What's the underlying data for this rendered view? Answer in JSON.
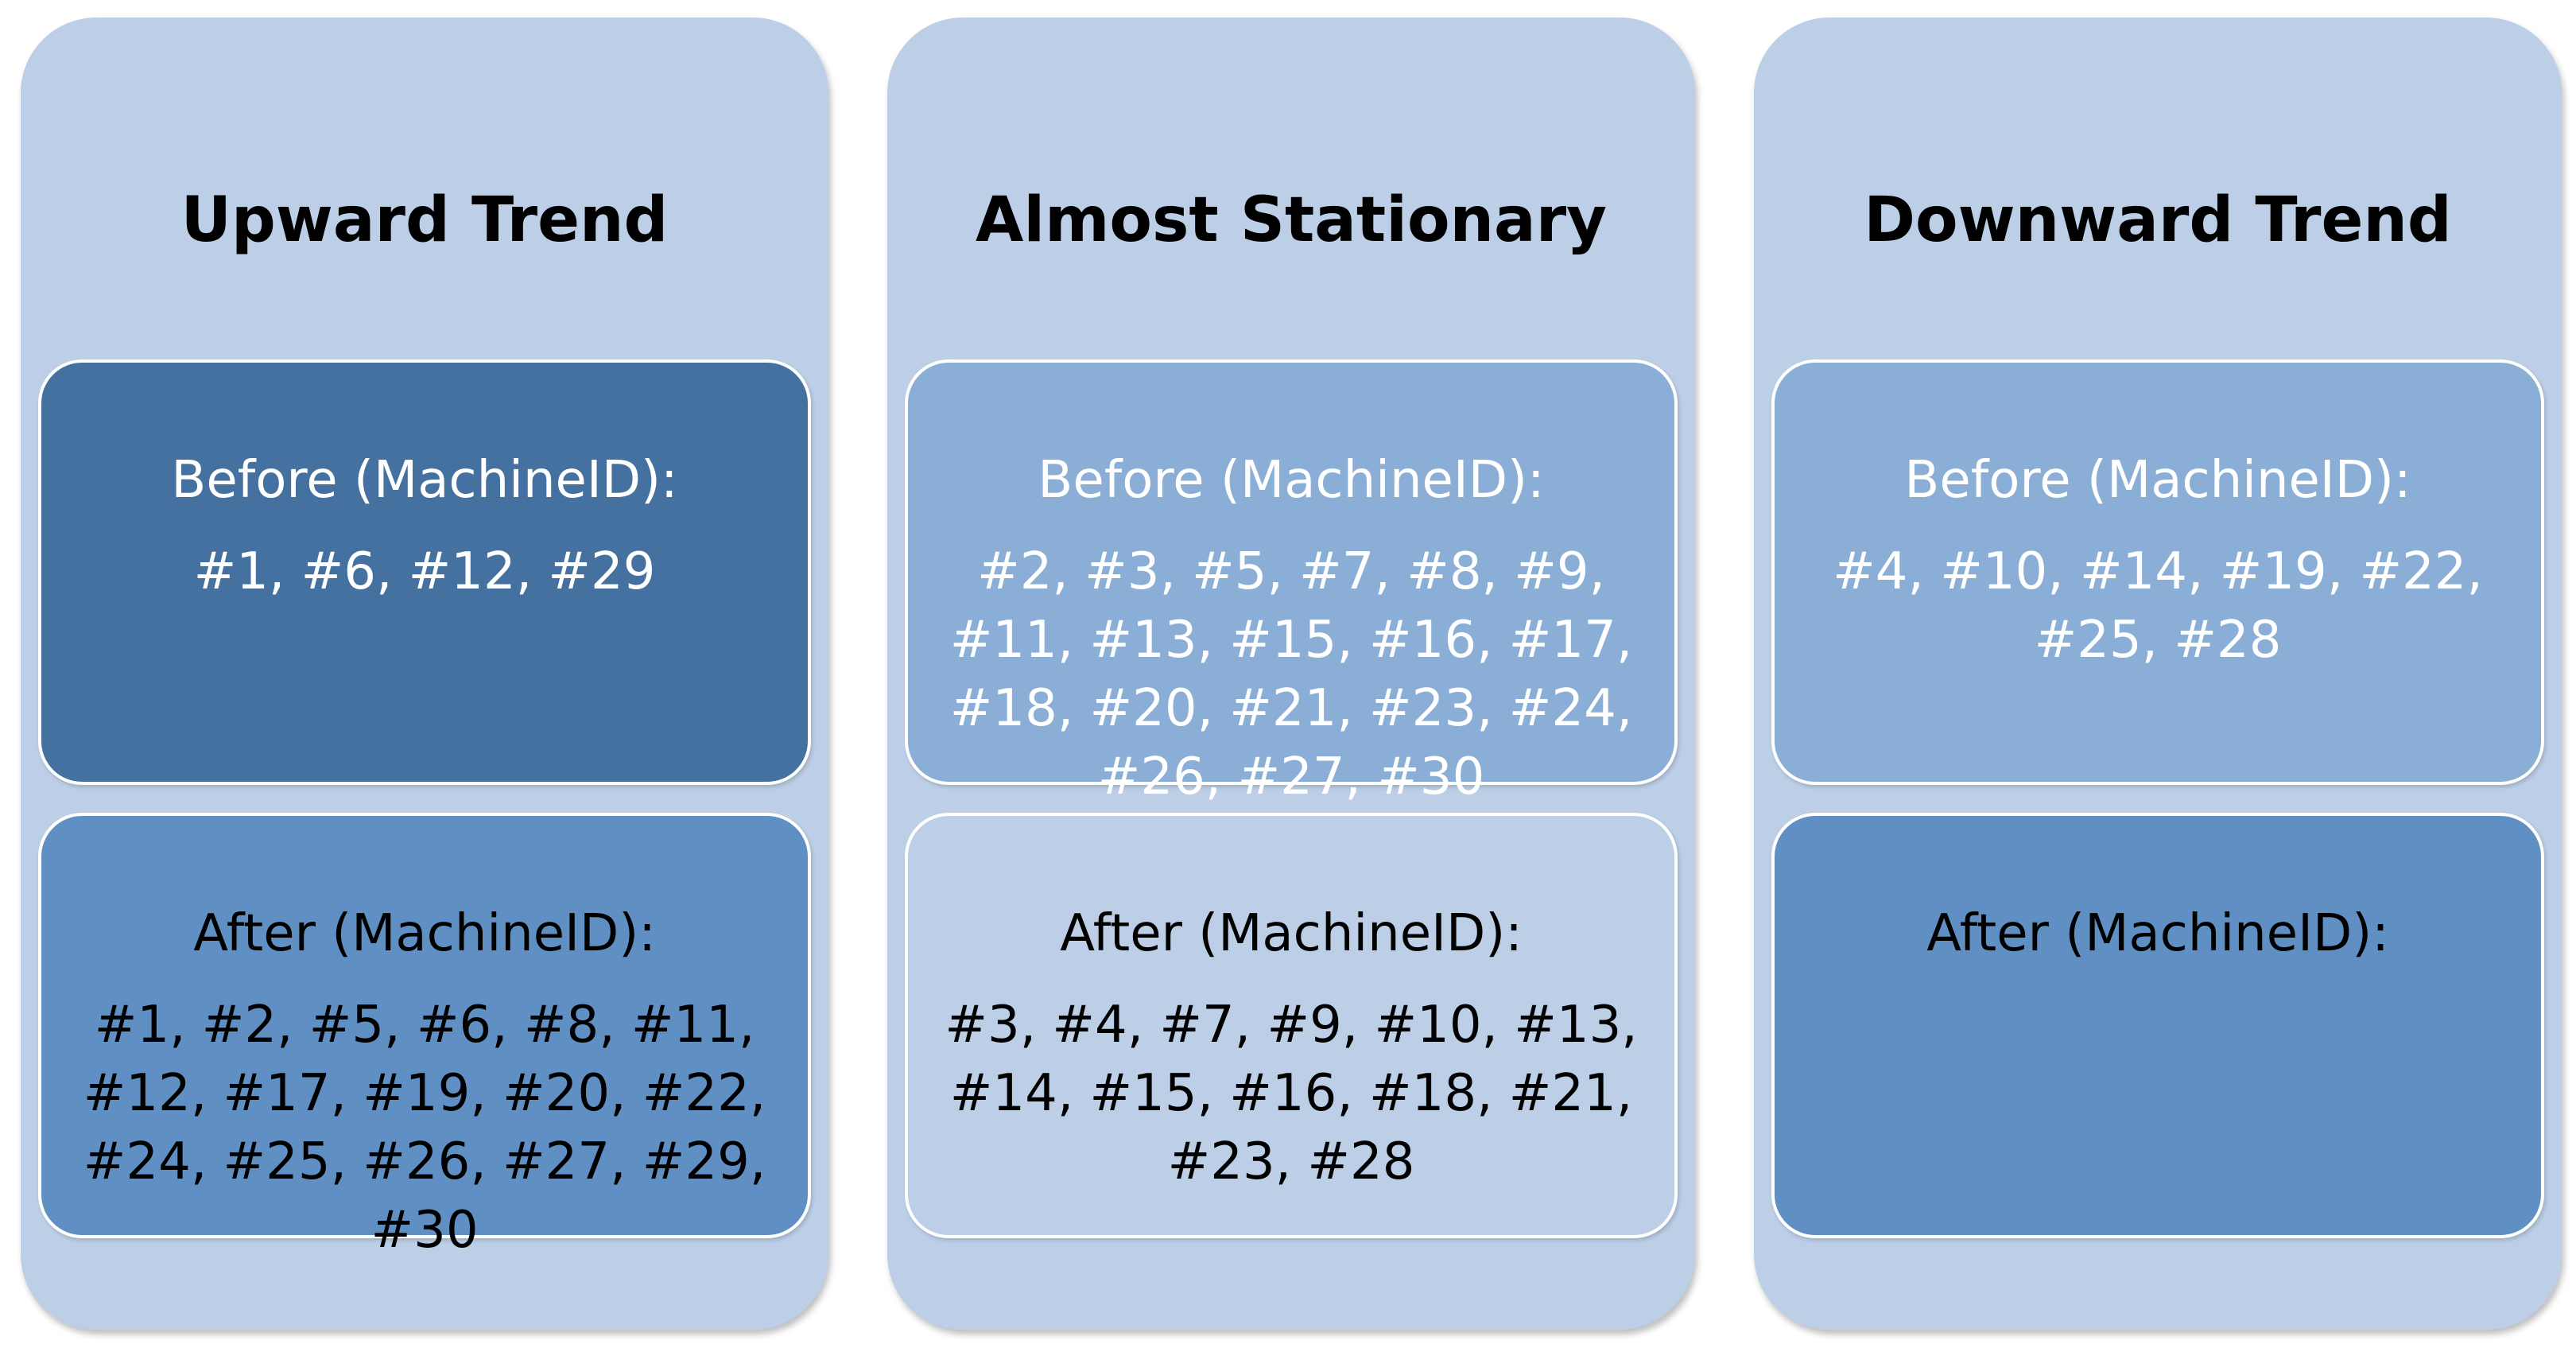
{
  "columns": [
    {
      "title": "Upward Trend",
      "before": {
        "label": "Before (MachineID):",
        "ids": "#1, #6, #12, #29"
      },
      "after": {
        "label": "After (MachineID):",
        "ids": "#1, #2, #5, #6, #8, #11, #12, #17, #19, #20, #22, #24, #25, #26, #27, #29, #30"
      }
    },
    {
      "title": "Almost Stationary",
      "before": {
        "label": "Before (MachineID):",
        "ids": "#2, #3, #5, #7, #8, #9, #11, #13, #15, #16, #17, #18, #20, #21, #23, #24, #26, #27, #30"
      },
      "after": {
        "label": "After (MachineID):",
        "ids": "#3, #4, #7, #9, #10, #13, #14, #15, #16, #18, #21, #23, #28"
      }
    },
    {
      "title": "Downward Trend",
      "before": {
        "label": "Before (MachineID):",
        "ids": "#4, #10, #14, #19, #22, #25, #28"
      },
      "after": {
        "label": "After (MachineID):",
        "ids": ""
      }
    }
  ],
  "colors": {
    "column_bg": "#bccfe7",
    "dark_box": "#44719f",
    "medium_box": "#5f8fc3",
    "soft_box": "#8aaed6",
    "pale_box": "#bccfe7"
  }
}
